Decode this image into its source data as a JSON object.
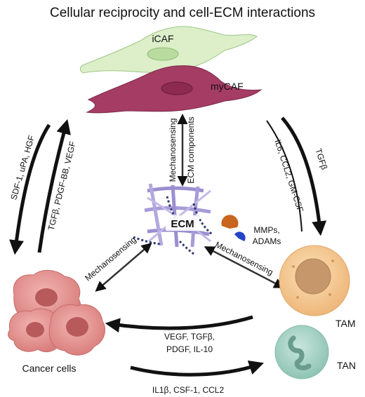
{
  "title": "Cellular reciprocity and cell-ECM interactions",
  "nodes": {
    "icaf": "iCAF",
    "mycaf": "myCAF",
    "ecm": "ECM",
    "cancer": "Cancer cells",
    "tam": "TAM",
    "tan": "TAN"
  },
  "signals": {
    "caf_to_cancer": "SDF-1, uPA, HGF",
    "cancer_to_caf": "TGFβ, PDGF-BB, VEGF",
    "mycaf_ecm_left": "Mechanosensing",
    "mycaf_ecm_right": "ECM components",
    "tam_to_caf_il6": "IL6, CCL2, GM-CSF",
    "caf_to_tam": "TGFβ",
    "cancer_ecm": "Mechanosensing",
    "enzymes_line1": "MMPs,",
    "enzymes_line2": "ADAMs",
    "tam_ecm": "Mechanosensing",
    "tam_to_cancer_line1": "VEGF, TGFβ,",
    "tam_to_cancer_line2": "PDGF, IL-10",
    "cancer_to_tam": "IL1β, CSF-1, CCL2"
  },
  "colors": {
    "icaf_fill": "#dcefc9",
    "mycaf_fill": "#a53c64",
    "cancer_fill": "#e59a98",
    "tam_fill": "#f3c98f",
    "tan_fill": "#a9d3c6",
    "ecm_fiber": "#9b8fd0",
    "mmp_orange": "#c8651e",
    "adam_blue": "#2444c8"
  }
}
